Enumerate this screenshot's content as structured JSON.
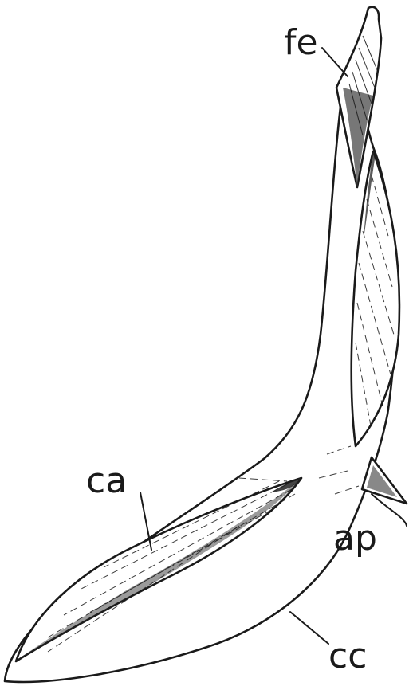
{
  "labels": {
    "fe": "fe",
    "ca": "ca",
    "ap": "ap",
    "cc": "cc"
  },
  "colors": {
    "ink": "#1a1a1a",
    "paper": "#ffffff"
  }
}
